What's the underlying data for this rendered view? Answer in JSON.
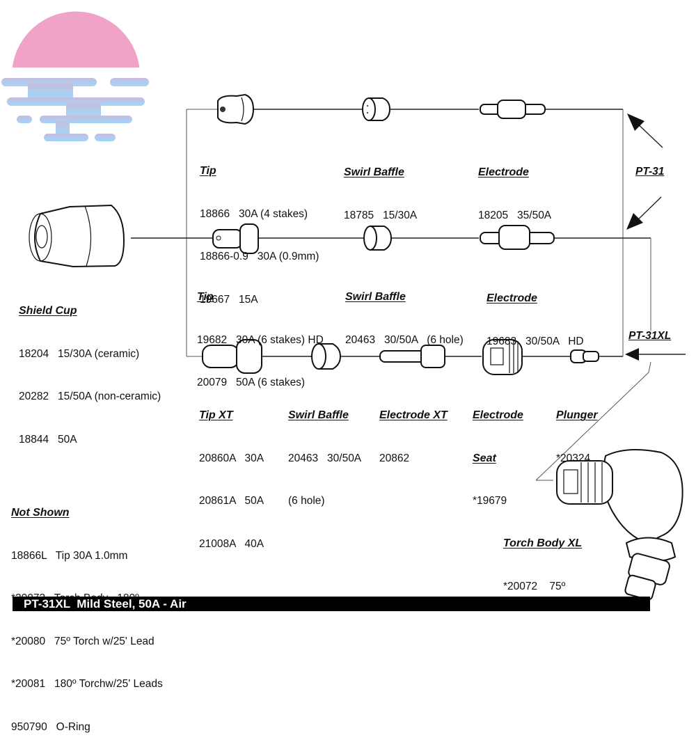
{
  "logo": {
    "icon": "sunset-over-water-logo",
    "colors": {
      "sun": "#f0a3c7",
      "water_top": "#c3bfe0",
      "water_bottom": "#a6d6f7"
    }
  },
  "diagram": {
    "title": "PT-31XL  Mild Steel, 50A - Air",
    "torch_tags": {
      "pt31": "PT-31",
      "pt31xl": "PT-31XL"
    },
    "shield_cup": {
      "title": "Shield Cup",
      "lines": [
        "18204   15/30A (ceramic)",
        "20282   15/50A (non-ceramic)",
        "18844   50A"
      ]
    },
    "row1": {
      "tip": {
        "title": "Tip",
        "lines": [
          "18866   30A (4 stakes)",
          "18866-0.9   30A (0.9mm)",
          "19667   15A"
        ]
      },
      "swirl_baffle": {
        "title": "Swirl Baffle",
        "lines": [
          "18785   15/30A"
        ]
      },
      "electrode": {
        "title": "Electrode",
        "lines": [
          "18205   35/50A"
        ]
      }
    },
    "row2": {
      "tip": {
        "title": "Tip",
        "lines": [
          "19682   30A (6 stakes) HD",
          "20079   50A (6 stakes)"
        ]
      },
      "swirl_baffle": {
        "title": "Swirl Baffle",
        "lines": [
          "20463   30/50A   (6 hole)"
        ]
      },
      "electrode": {
        "title": "Electrode",
        "lines": [
          "19683   30/50A   HD"
        ]
      }
    },
    "row3": {
      "tip_xt": {
        "title": "Tip XT",
        "lines": [
          "20860A   30A",
          "20861A   50A",
          "21008A   40A"
        ]
      },
      "swirl_baffle": {
        "title": "Swirl Baffle",
        "lines": [
          "20463   30/50A",
          "(6 hole)"
        ]
      },
      "electrode_xt": {
        "title": "Electrode XT",
        "lines": [
          "20862"
        ]
      },
      "electrode_seat": {
        "title_line1": "Electrode",
        "title_line2": "Seat",
        "lines": [
          "*19679"
        ]
      },
      "plunger": {
        "title": "Plunger",
        "lines": [
          "*20324"
        ]
      }
    },
    "torch_body": {
      "title": "Torch Body XL",
      "lines": [
        "*20072    75º"
      ]
    },
    "not_shown": {
      "title": "Not Shown",
      "lines": [
        "18866L   Tip 30A 1.0mm",
        "*20073   Torch Body   180º",
        "*20080   75º Torch w/25' Lead",
        "*20081   180º Torchw/25' Leads",
        "950790   O-Ring"
      ]
    }
  }
}
